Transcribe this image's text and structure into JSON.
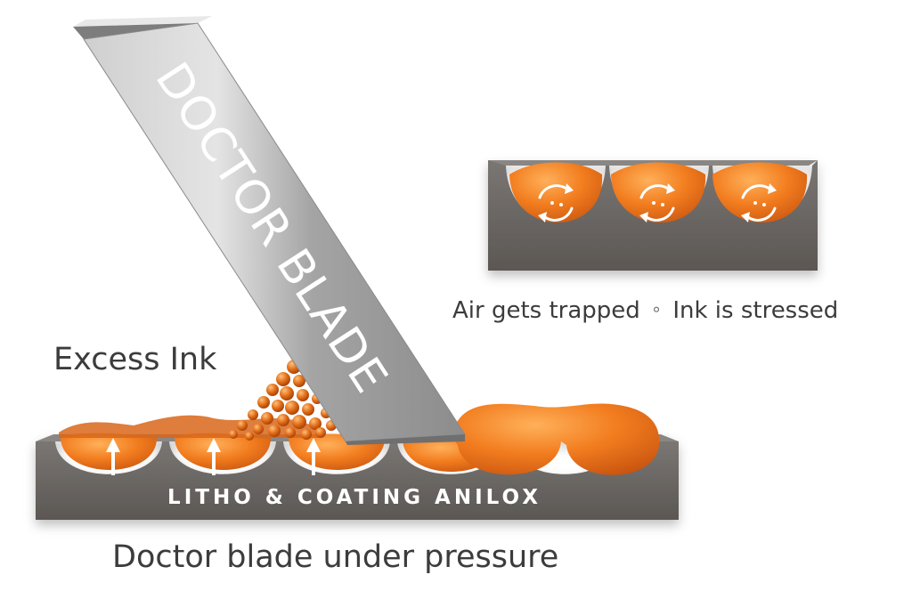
{
  "blade": {
    "label": "DOCTOR BLADE"
  },
  "anilox": {
    "label": "LITHO & COATING ANILOX"
  },
  "labels": {
    "excess_ink": "Excess Ink",
    "main_caption": "Doctor blade under pressure"
  },
  "inset": {
    "caption_left": "Air gets trapped",
    "separator": "∘",
    "caption_right": "Ink is stressed"
  },
  "colors": {
    "ink": "#f07a1e",
    "ink_dark": "#c85810",
    "metal": "#6e6a67",
    "metal_dark": "#4f4b48",
    "blade": "#a9a9a9",
    "text": "#3c3c3c"
  },
  "icons": {
    "upward_pressure": "arrow-up-icon",
    "ink_circulation": "circular-arrows-icon"
  }
}
